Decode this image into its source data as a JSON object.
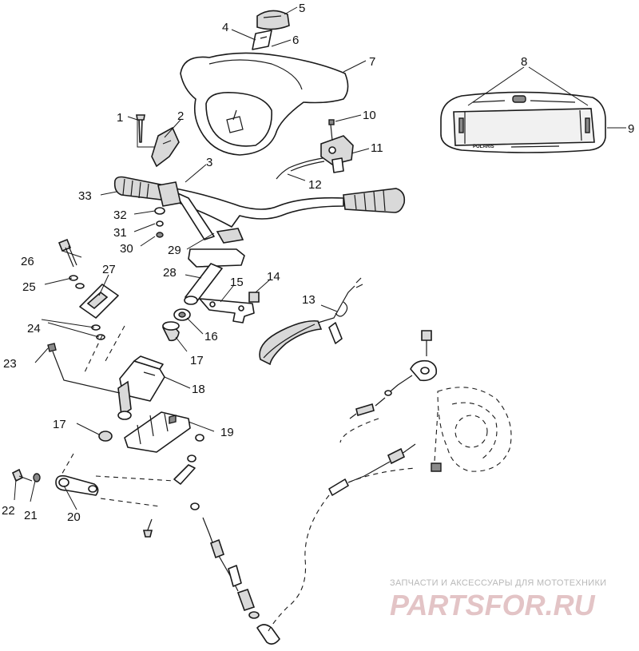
{
  "callouts": [
    {
      "id": "c1",
      "text": "1"
    },
    {
      "id": "c2",
      "text": "2"
    },
    {
      "id": "c3",
      "text": "3"
    },
    {
      "id": "c4",
      "text": "4"
    },
    {
      "id": "c5",
      "text": "5"
    },
    {
      "id": "c6",
      "text": "6"
    },
    {
      "id": "c7",
      "text": "7"
    },
    {
      "id": "c8",
      "text": "8"
    },
    {
      "id": "c9",
      "text": "9"
    },
    {
      "id": "c10",
      "text": "10"
    },
    {
      "id": "c11",
      "text": "11"
    },
    {
      "id": "c12",
      "text": "12"
    },
    {
      "id": "c13",
      "text": "13"
    },
    {
      "id": "c14",
      "text": "14"
    },
    {
      "id": "c15",
      "text": "15"
    },
    {
      "id": "c16",
      "text": "16"
    },
    {
      "id": "c17a",
      "text": "17"
    },
    {
      "id": "c17b",
      "text": "17"
    },
    {
      "id": "c18",
      "text": "18"
    },
    {
      "id": "c19",
      "text": "19"
    },
    {
      "id": "c20",
      "text": "20"
    },
    {
      "id": "c21",
      "text": "21"
    },
    {
      "id": "c22",
      "text": "22"
    },
    {
      "id": "c23",
      "text": "23"
    },
    {
      "id": "c24",
      "text": "24"
    },
    {
      "id": "c25",
      "text": "25"
    },
    {
      "id": "c26",
      "text": "26"
    },
    {
      "id": "c27",
      "text": "27"
    },
    {
      "id": "c28",
      "text": "28"
    },
    {
      "id": "c29",
      "text": "29"
    },
    {
      "id": "c30",
      "text": "30"
    },
    {
      "id": "c31",
      "text": "31"
    },
    {
      "id": "c32",
      "text": "32"
    },
    {
      "id": "c33",
      "text": "33"
    }
  ],
  "decal_text": {
    "brand": "POLARIS"
  },
  "watermark": {
    "tagline": "ЗАПЧАСТИ И АКСЕССУАРЫ ДЛЯ МОТОТЕХНИКИ",
    "logo": "PARTSFOR.RU"
  },
  "colors": {
    "line": "#1a1a1a",
    "watermark_text": "#b8b8b8",
    "watermark_logo": "#e3c4c6"
  }
}
